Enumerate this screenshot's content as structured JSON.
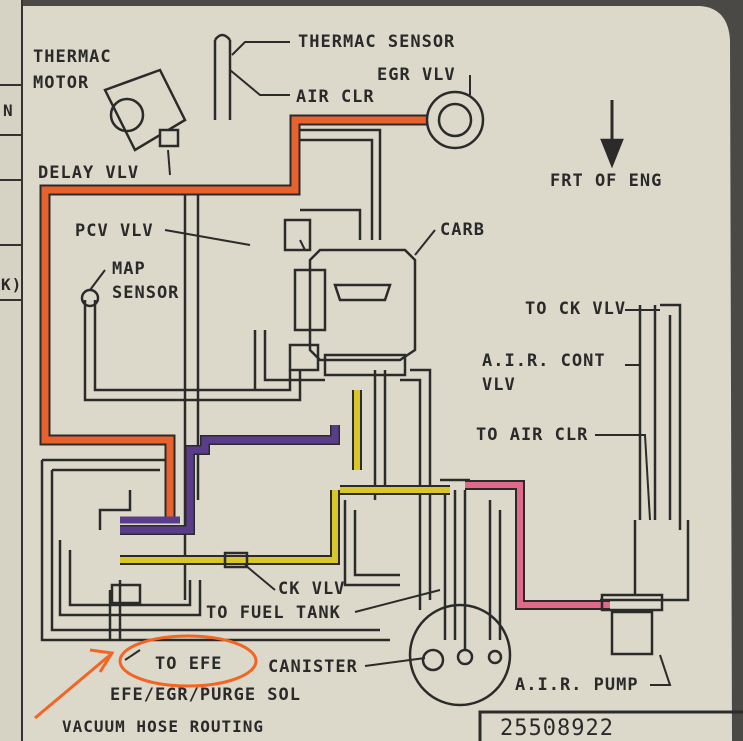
{
  "diagram": {
    "labels": {
      "thermac_motor_1": "THERMAC",
      "thermac_motor_2": "MOTOR",
      "thermac_sensor": "THERMAC SENSOR",
      "egr_vlv": "EGR VLV",
      "air_clr": "AIR CLR",
      "delay_vlv": "DELAY VLV",
      "frt_of_eng": "FRT OF ENG",
      "pcv_vlv": "PCV VLV",
      "carb": "CARB",
      "map_sensor_1": "MAP",
      "map_sensor_2": "SENSOR",
      "to_ck_vlv": "TO CK VLV",
      "air_cont_vlv_1": "A.I.R. CONT",
      "air_cont_vlv_2": "VLV",
      "to_air_clr": "TO AIR CLR",
      "ck_vlv": "CK VLV",
      "to_fuel_tank": "TO FUEL TANK",
      "to_efe": "TO EFE",
      "canister": "CANISTER",
      "efe_egr_purge_sol": "EFE/EGR/PURGE SOL",
      "air_pump": "A.I.R. PUMP",
      "vacuum_hose_routing": "VACUUM HOSE ROUTING",
      "part_number": "25508922",
      "left_edge_1": "N",
      "left_edge_2": "K)"
    },
    "hose_colors": {
      "orange": "#e8622e",
      "purple": "#5a3d8a",
      "yellow": "#d9c62a",
      "pink": "#e06a8a",
      "annotation": "#f26522"
    }
  }
}
